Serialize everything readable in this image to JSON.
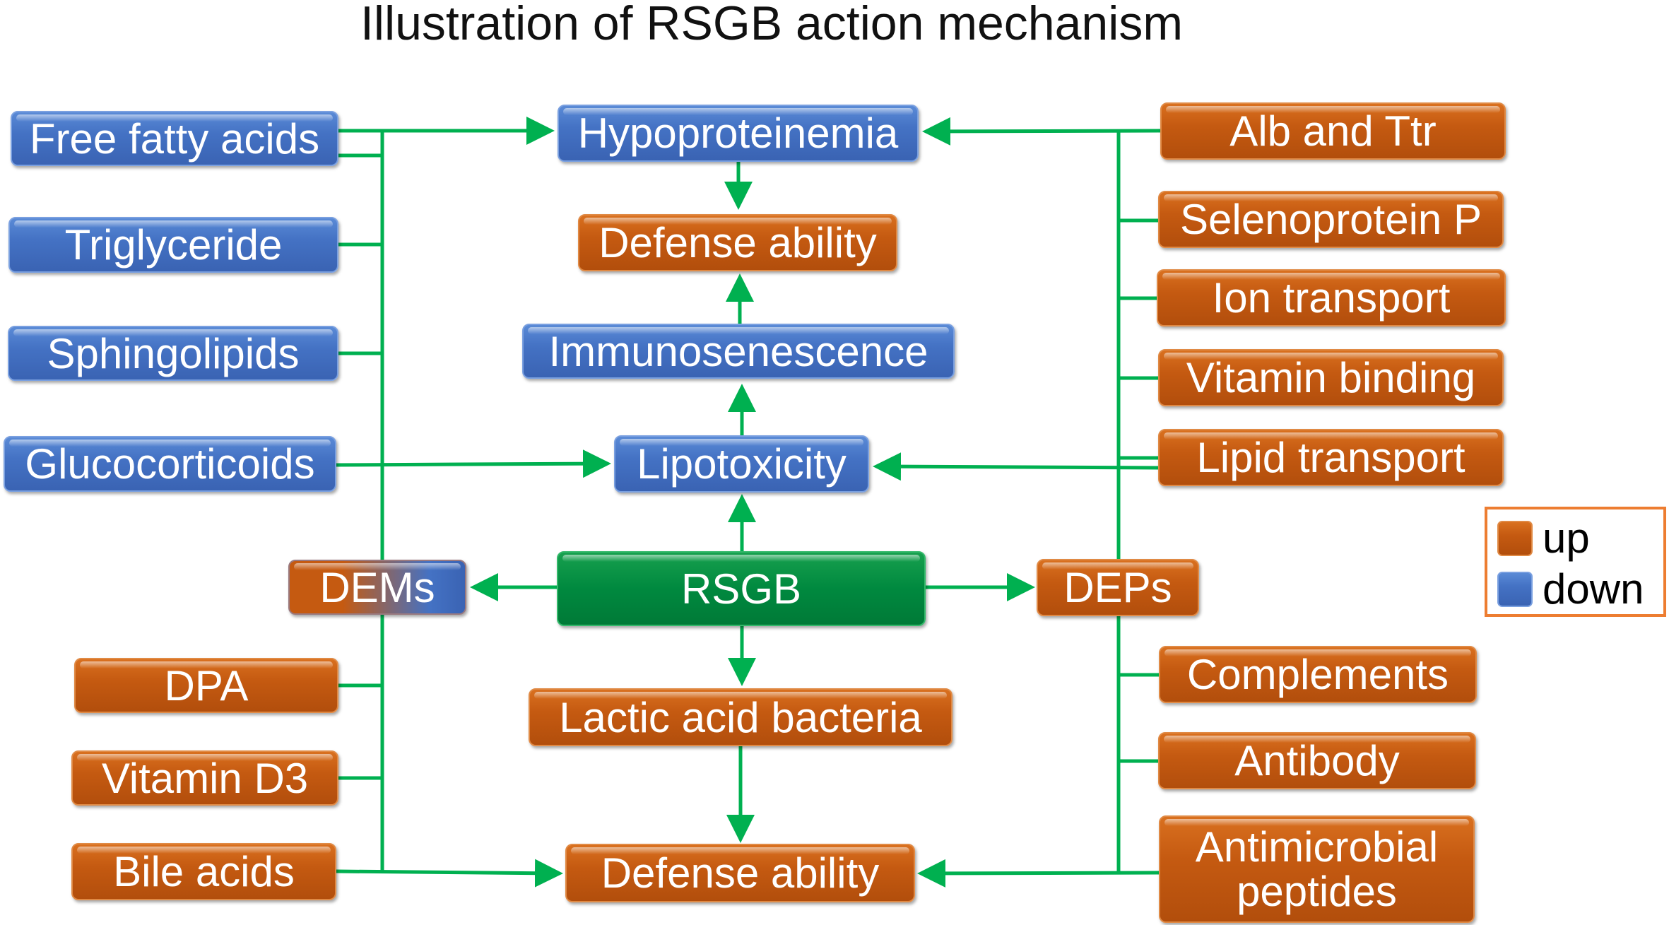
{
  "title": "Illustration of RSGB action mechanism",
  "colors": {
    "up": "#c55a11",
    "down": "#4472c4",
    "center": "#00893f",
    "arrow": "#00b050",
    "legend_border": "#ed7d31"
  },
  "left": {
    "free_fatty_acids": "Free fatty acids",
    "triglyceride": "Triglyceride",
    "sphingolipids": "Sphingolipids",
    "glucocorticoids": "Glucocorticoids",
    "dems": "DEMs",
    "dpa": "DPA",
    "vitamin_d3": "Vitamin D3",
    "bile_acids": "Bile acids"
  },
  "center": {
    "hypoproteinemia": "Hypoproteinemia",
    "defense_top": "Defense ability",
    "immunosenescence": "Immunosenescence",
    "lipotoxicity": "Lipotoxicity",
    "rsgb": "RSGB",
    "lactic_acid_bacteria": "Lactic acid bacteria",
    "defense_bottom": "Defense ability"
  },
  "right": {
    "alb_ttr": "Alb and Ttr",
    "selenoprotein_p": "Selenoprotein P",
    "ion_transport": "Ion transport",
    "vitamin_binding": "Vitamin binding",
    "lipid_transport": "Lipid transport",
    "deps": "DEPs",
    "complements": "Complements",
    "antibody": "Antibody",
    "antimicrobial_line1": "Antimicrobial",
    "antimicrobial_line2": "peptides"
  },
  "legend": {
    "up": "up",
    "down": "down"
  }
}
